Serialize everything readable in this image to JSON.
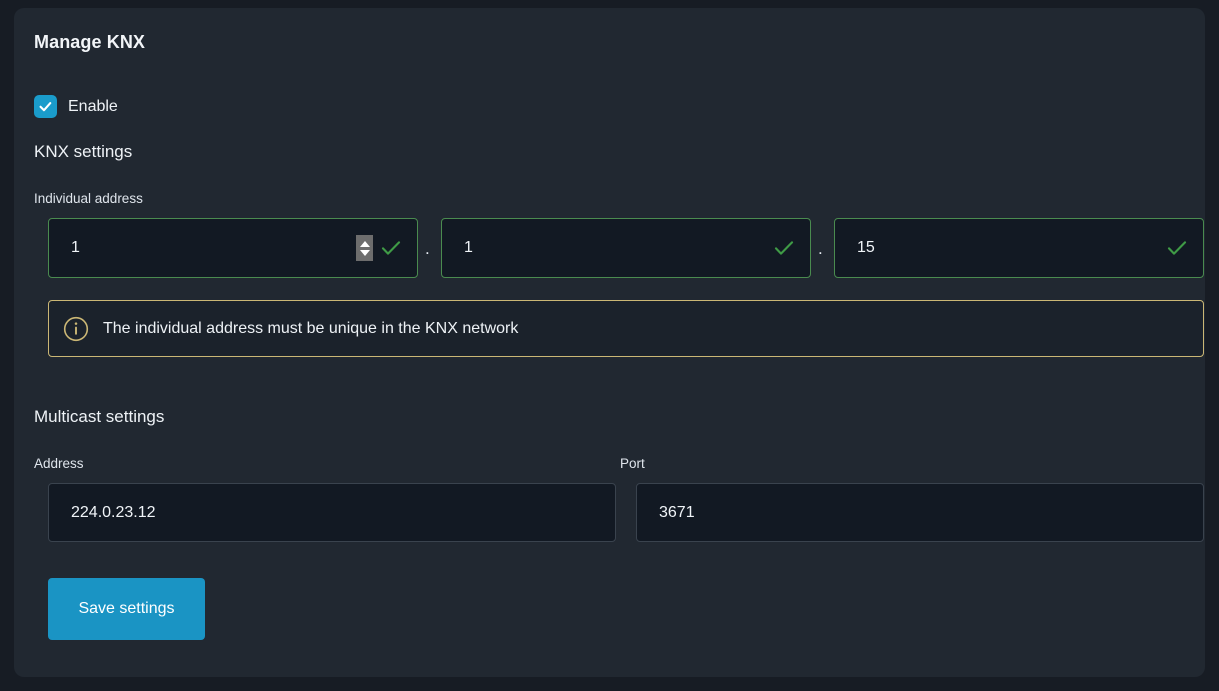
{
  "card": {
    "title": "Manage KNX"
  },
  "enable": {
    "label": "Enable",
    "checked": true,
    "icon": "checkmark-icon",
    "accent_color": "#1a9ccb"
  },
  "knx_settings": {
    "heading": "KNX settings",
    "individual_address": {
      "label": "Individual address",
      "separator": ".",
      "fields": [
        {
          "value": "1",
          "valid": true,
          "has_spinner": true,
          "state_icon": "check-valid-icon"
        },
        {
          "value": "1",
          "valid": true,
          "has_spinner": false,
          "state_icon": "check-valid-icon"
        },
        {
          "value": "15",
          "valid": true,
          "has_spinner": false,
          "state_icon": "check-valid-icon"
        }
      ],
      "valid_border_color": "#4a8b4f",
      "valid_check_color": "#3f9b46"
    },
    "info_banner": {
      "icon": "info-circle-icon",
      "text": "The individual address must be unique in the KNX network",
      "border_color": "#cbb775",
      "icon_color": "#cbb775"
    }
  },
  "multicast_settings": {
    "heading": "Multicast settings",
    "address": {
      "label": "Address",
      "value": "224.0.23.12"
    },
    "port": {
      "label": "Port",
      "value": "3671"
    }
  },
  "actions": {
    "save_label": "Save settings",
    "save_color": "#1a94c4"
  }
}
